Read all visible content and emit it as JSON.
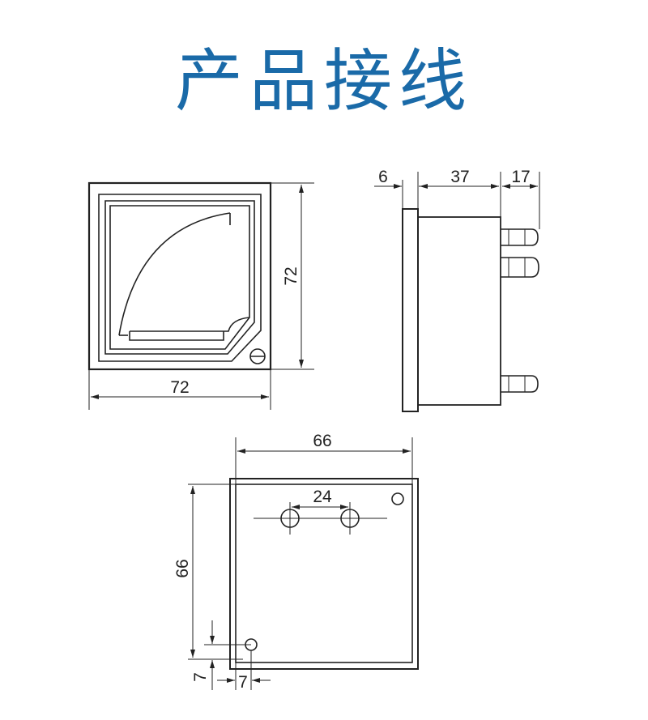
{
  "title": "产品接线",
  "colors": {
    "title": "#1a6aa8",
    "line": "#222222"
  },
  "front_view": {
    "width_label": "72",
    "height_label": "72"
  },
  "side_view": {
    "flange_label": "6",
    "body_label": "37",
    "terminal_label": "17"
  },
  "back_view": {
    "width_label": "66",
    "height_label": "66",
    "hole_spacing_label": "24",
    "offset_y_label": "7",
    "offset_x_label": "7"
  }
}
